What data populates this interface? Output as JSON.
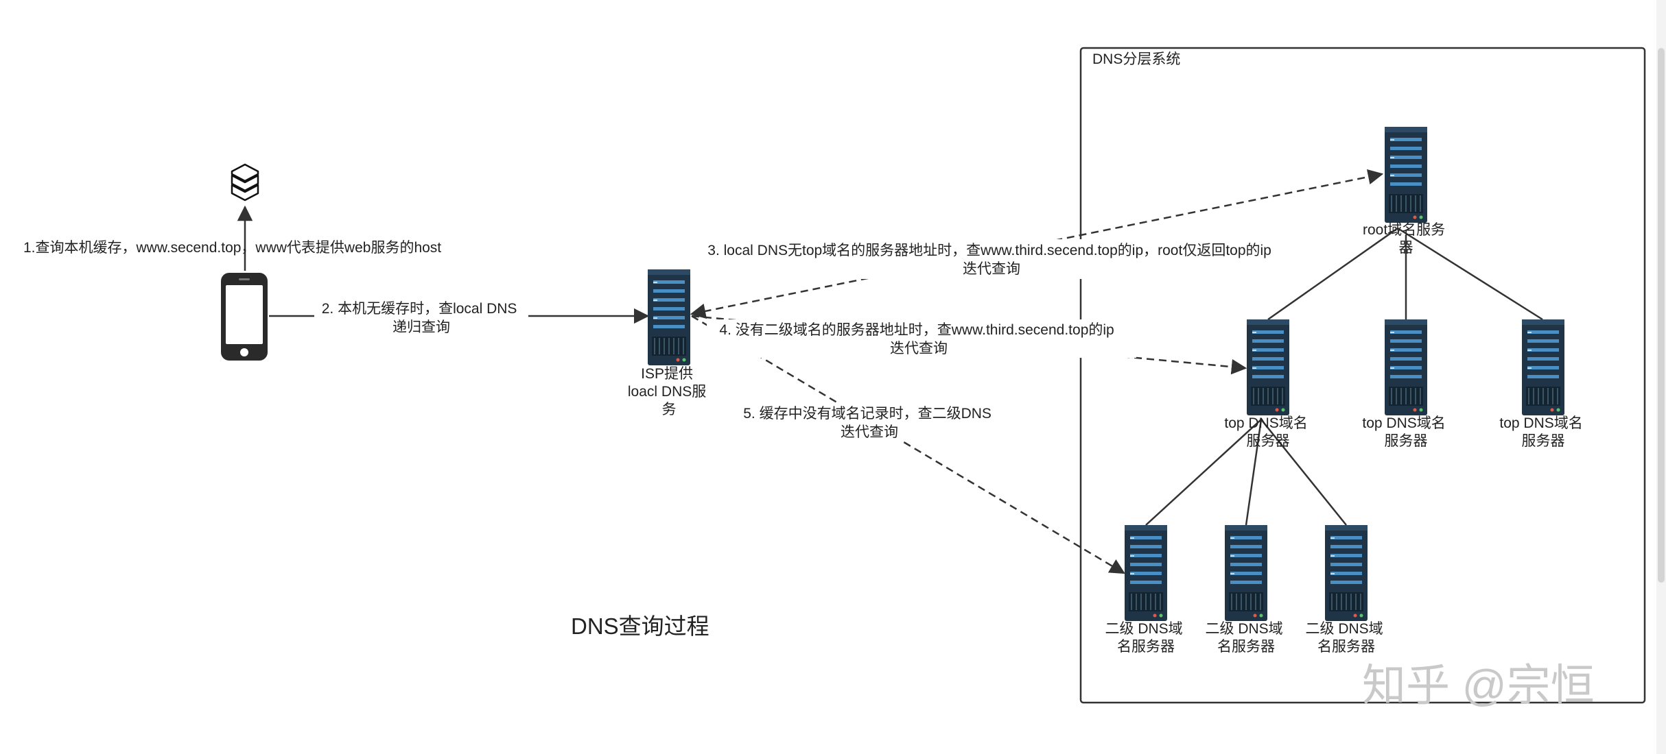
{
  "diagram": {
    "title": "DNS查询过程",
    "group_title": "DNS分层系统",
    "client": {
      "cache_label": "1.查询本机缓存，www.secend.top，www代表提供web服务的host"
    },
    "local_dns": {
      "label_lines": [
        "ISP提供",
        "loacl DNS服",
        "务"
      ]
    },
    "root_server": {
      "label_lines": [
        "root域名服务",
        "器"
      ]
    },
    "top_servers": [
      {
        "label_lines": [
          "top DNS域名",
          "服务器"
        ]
      },
      {
        "label_lines": [
          "top DNS域名",
          "服务器"
        ]
      },
      {
        "label_lines": [
          "top DNS域名",
          "服务器"
        ]
      }
    ],
    "second_servers": [
      {
        "label_lines": [
          "二级 DNS域",
          "名服务器"
        ]
      },
      {
        "label_lines": [
          "二级 DNS域",
          "名服务器"
        ]
      },
      {
        "label_lines": [
          "二级 DNS域",
          "名服务器"
        ]
      }
    ],
    "edges": [
      {
        "lines": [
          "2. 本机无缓存时，查local DNS",
          "递归查询"
        ]
      },
      {
        "lines": [
          "3. local DNS无top域名的服务器地址时，查www.third.secend.top的ip，root仅返回top的ip",
          "迭代查询"
        ]
      },
      {
        "lines": [
          "4. 没有二级域名的服务器地址时，查www.third.secend.top的ip",
          "迭代查询"
        ]
      },
      {
        "lines": [
          "5. 缓存中没有域名记录时，查二级DNS",
          "迭代查询"
        ]
      }
    ],
    "watermark": "知乎 @宗恒",
    "colors": {
      "server_body": "#1f3446",
      "server_slot": "#4a8fc4",
      "line": "#333333",
      "watermark": "#c9c9c9"
    }
  }
}
